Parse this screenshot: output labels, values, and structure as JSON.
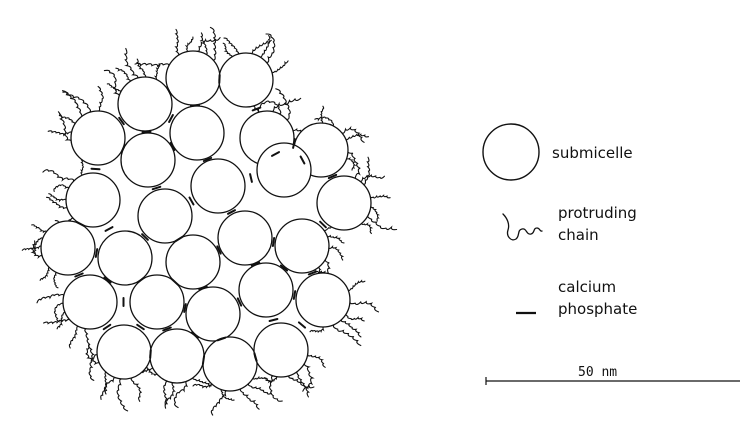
{
  "legend": {
    "submicelle_label": "submicelle",
    "protruding_label_line1": "protruding",
    "protruding_label_line2": "chain",
    "calcium_label_line1": "calcium",
    "calcium_label_line2": "phosphate"
  },
  "scale_bar": {
    "label": "50 nm"
  },
  "colors": {
    "ink": "#111111",
    "background": "#ffffff"
  }
}
